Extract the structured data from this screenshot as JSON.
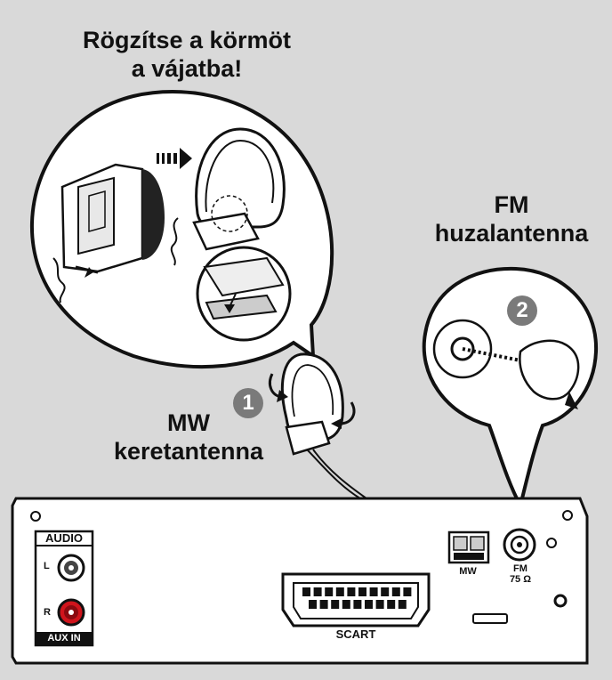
{
  "labels": {
    "title_line1": "Rögzítse a körmöt",
    "title_line2": "a vájatba!",
    "fm_line1": "FM",
    "fm_line2": "huzalantenna",
    "mw_line1": "MW",
    "mw_line2": "keretantenna",
    "step1": "1",
    "step2": "2"
  },
  "panel": {
    "audio": "AUDIO",
    "aux_in": "AUX IN",
    "left": "L",
    "right": "R",
    "scart": "SCART",
    "mw_terminal": "MW",
    "fm_terminal_line1": "FM",
    "fm_terminal_line2": "75 Ω"
  },
  "colors": {
    "background": "#d9d9d9",
    "outline": "#111111",
    "step_badge": "#7a7a7a",
    "aux_red": "#d0141c"
  }
}
